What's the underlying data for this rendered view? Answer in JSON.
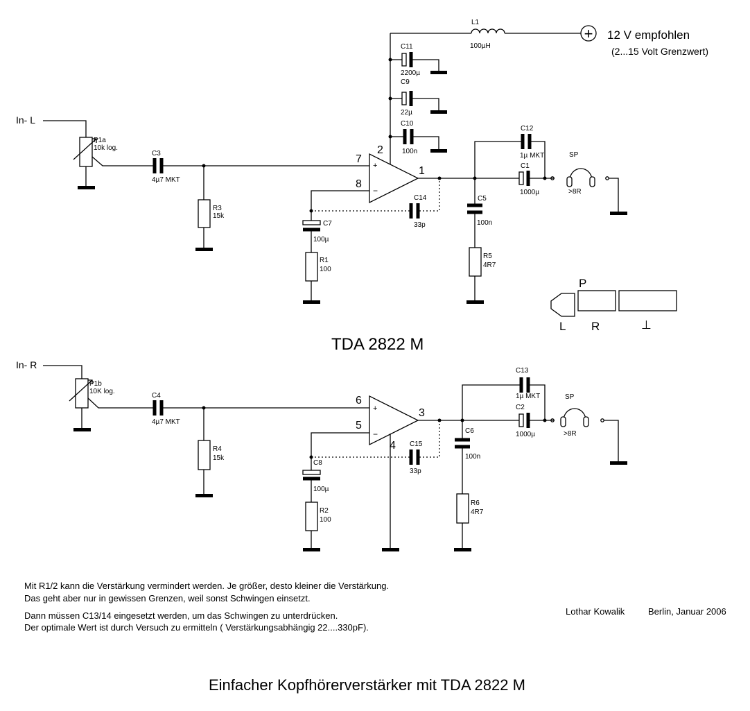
{
  "supply": {
    "label": "12 V empfohlen",
    "sublabel": "(2...15 Volt Grenzwert)",
    "plus": "+"
  },
  "inputs": {
    "left": "In- L",
    "right": "In- R"
  },
  "components": {
    "L1": {
      "name": "L1",
      "value": "100µH"
    },
    "C11": {
      "name": "C11",
      "value": "2200µ"
    },
    "C9": {
      "name": "C9",
      "value": "22µ"
    },
    "C10": {
      "name": "C10",
      "value": "100n"
    },
    "P1a": {
      "name": "P1a",
      "value": "10k log."
    },
    "P1b": {
      "name": "P1b",
      "value": "10K log."
    },
    "C3": {
      "name": "C3",
      "value": "4µ7 MKT"
    },
    "C4": {
      "name": "C4",
      "value": "4µ7 MKT"
    },
    "R3": {
      "name": "R3",
      "value": "15k"
    },
    "R4": {
      "name": "R4",
      "value": "15k"
    },
    "C7": {
      "name": "C7",
      "value": "100µ"
    },
    "C8": {
      "name": "C8",
      "value": "100µ"
    },
    "R1": {
      "name": "R1",
      "value": "100"
    },
    "R2": {
      "name": "R2",
      "value": "100"
    },
    "C14": {
      "name": "C14",
      "value": "33p"
    },
    "C15": {
      "name": "C15",
      "value": "33p"
    },
    "C12": {
      "name": "C12",
      "value": "1µ MKT"
    },
    "C13": {
      "name": "C13",
      "value": "1µ MKT"
    },
    "C1": {
      "name": "C1",
      "value": "1000µ"
    },
    "C2": {
      "name": "C2",
      "value": "1000µ"
    },
    "C5": {
      "name": "C5",
      "value": "100n"
    },
    "C6": {
      "name": "C6",
      "value": "100n"
    },
    "R5": {
      "name": "R5",
      "value": "4R7"
    },
    "R6": {
      "name": "R6",
      "value": "4R7"
    },
    "SP1": {
      "name": "SP",
      "value": ">8R"
    },
    "SP2": {
      "name": "SP",
      "value": ">8R"
    }
  },
  "pins": {
    "top": {
      "p2": "2",
      "p7": "7",
      "p8": "8",
      "p1": "1",
      "plus": "+",
      "minus": "−"
    },
    "bottom": {
      "p6": "6",
      "p5": "5",
      "p4": "4",
      "p3": "3",
      "plus": "+",
      "minus": "−"
    }
  },
  "chip_title": "TDA 2822 M",
  "jack": {
    "p": "P",
    "l": "L",
    "r": "R",
    "gnd": "⊥"
  },
  "notes": [
    "Mit R1/2 kann die Verstärkung vermindert werden. Je größer, desto kleiner die Verstärkung.",
    "Das geht aber nur in gewissen Grenzen, weil sonst Schwingen einsetzt.",
    "Dann müssen C13/14 eingesetzt werden, um das Schwingen zu unterdrücken.",
    "Der optimale Wert ist durch Versuch zu ermitteln ( Verstärkungsabhängig 22....330pF)."
  ],
  "author": {
    "name": "Lothar Kowalik",
    "place_date": "Berlin, Januar 2006"
  },
  "caption": "Einfacher Kopfhörerverstärker mit TDA 2822 M"
}
